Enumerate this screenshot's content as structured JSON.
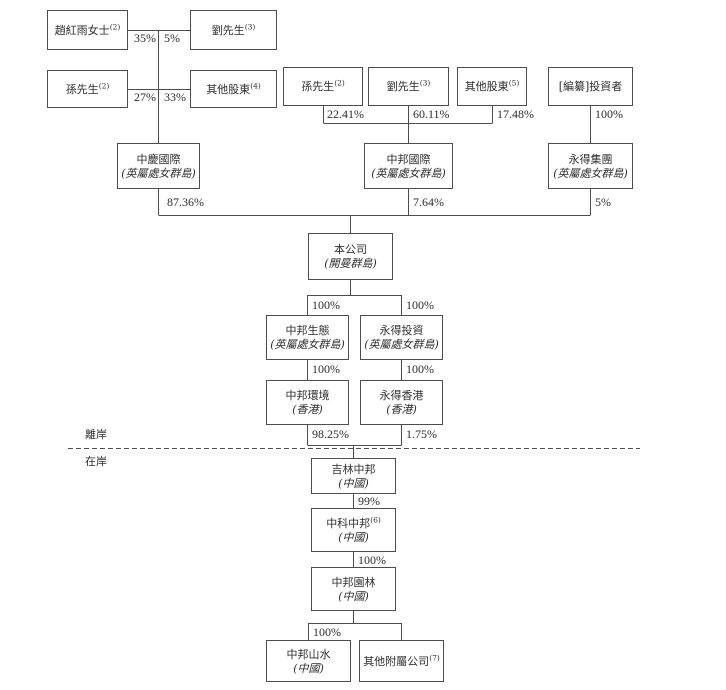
{
  "figure": {
    "regions": {
      "offshore": "離岸",
      "onshore": "在岸"
    },
    "nodes": {
      "zhao": {
        "name": "趙紅雨女士",
        "sup": "(2)"
      },
      "liu_top": {
        "name": "劉先生",
        "sup": "(3)"
      },
      "sun_left": {
        "name": "孫先生",
        "sup": "(2)"
      },
      "other_left": {
        "name": "其他股東",
        "sup": "(4)"
      },
      "sun_right": {
        "name": "孫先生",
        "sup": "(2)"
      },
      "liu_right": {
        "name": "劉先生",
        "sup": "(3)"
      },
      "other_right": {
        "name": "其他股東",
        "sup": "(5)"
      },
      "investors": {
        "name": "[編纂]投資者"
      },
      "zhongqing": {
        "name": "中慶國際",
        "place": "(英屬處女群島)"
      },
      "zb_intl": {
        "name": "中邦國際",
        "place": "(英屬處女群島)"
      },
      "yd_group": {
        "name": "永得集團",
        "place": "(英屬處女群島)"
      },
      "company": {
        "name": "本公司",
        "place": "(開曼群島)"
      },
      "zb_eco": {
        "name": "中邦生態",
        "place": "(英屬處女群島)"
      },
      "yd_inv": {
        "name": "永得投資",
        "place": "(英屬處女群島)"
      },
      "zb_env": {
        "name": "中邦環境",
        "place": "(香港)"
      },
      "yd_hk": {
        "name": "永得香港",
        "place": "(香港)"
      },
      "jilin": {
        "name": "吉林中邦",
        "place": "(中國)"
      },
      "zhongke": {
        "name": "中科中邦",
        "sup": "(6)",
        "place": "(中國)"
      },
      "garden": {
        "name": "中邦園林",
        "place": "(中國)"
      },
      "shanshui": {
        "name": "中邦山水",
        "place": "(中國)"
      },
      "other_subs": {
        "name": "其他附屬公司",
        "sup": "(7)"
      }
    },
    "percentages": {
      "zhao": "35%",
      "liu_top": "5%",
      "sun_left": "27%",
      "other_left": "33%",
      "sun_right": "22.41%",
      "liu_right": "60.11%",
      "other_right": "17.48%",
      "investors": "100%",
      "zhongqing": "87.36%",
      "zb_intl": "7.64%",
      "yd_group": "5%",
      "zb_eco": "100%",
      "yd_inv": "100%",
      "zb_env": "100%",
      "yd_hk": "100%",
      "jilin_left": "98.25%",
      "jilin_right": "1.75%",
      "zhongke": "99%",
      "garden": "100%",
      "shanshui": "100%"
    },
    "line_color": "#4d4d4d"
  }
}
